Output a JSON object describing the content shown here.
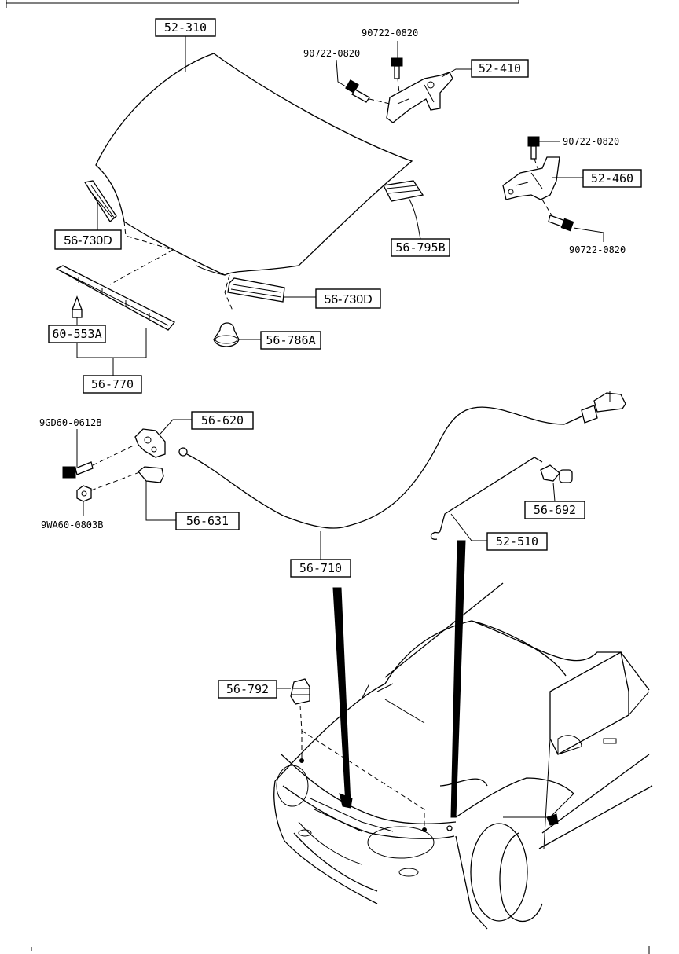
{
  "parts": {
    "hood": "52-310",
    "hinge_left": "52-410",
    "hinge_right": "52-460",
    "bolt_a": "90722-0820",
    "bolt_b": "90722-0820",
    "bolt_c": "90722-0820",
    "bolt_d": "90722-0820",
    "seal_left": "56-730D",
    "seal_right_front": "56-730D",
    "seal_rear": "56-795B",
    "weatherstrip": "56-770",
    "clip": "60-553A",
    "cushion": "56-786A",
    "latch": "56-620",
    "latch_cover": "56-631",
    "latch_bolt": "9GD60-0612B",
    "latch_nut": "9WA60-0803B",
    "release_cable": "56-710",
    "prop_rod": "52-510",
    "prop_holder": "56-692",
    "stopper": "56-792"
  }
}
